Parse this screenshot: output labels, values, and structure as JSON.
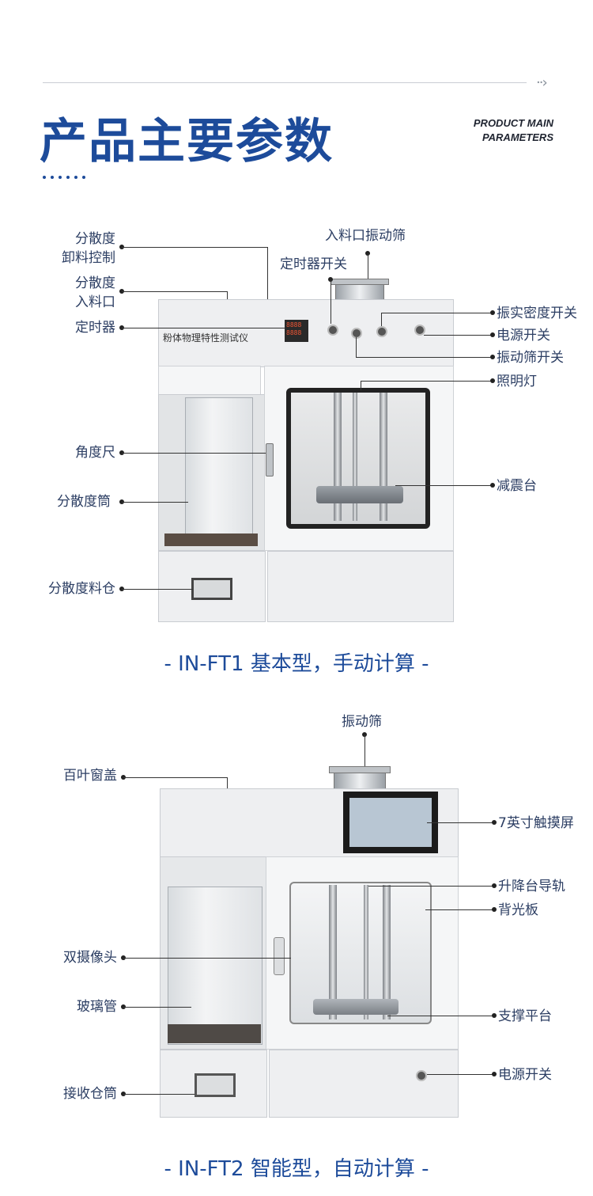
{
  "header": {
    "title_cn": "产品主要参数",
    "title_en_line1": "PRODUCT MAIN",
    "title_en_line2": "PARAMETERS"
  },
  "model1": {
    "panel_text": "粉体物理特性测试仪",
    "display_value": "8888",
    "labels_left": {
      "discharge_line1": "分散度",
      "discharge_line2": "卸料控制",
      "inlet_line1": "分散度",
      "inlet_line2": "入料口",
      "timer": "定时器",
      "angle_ruler": "角度尺",
      "dispersion_tube": "分散度筒",
      "dispersion_bin": "分散度料仓"
    },
    "labels_top": {
      "inlet_sieve": "入料口振动筛",
      "timer_switch": "定时器开关"
    },
    "labels_right": {
      "tap_density_switch": "振实密度开关",
      "power_switch": "电源开关",
      "sieve_switch": "振动筛开关",
      "lighting": "照明灯",
      "damping_table": "减震台"
    },
    "caption": "- IN-FT1 基本型，手动计算 -"
  },
  "model2": {
    "labels_top": {
      "vibrating_sieve": "振动筛"
    },
    "labels_left": {
      "louver_cover": "百叶窗盖",
      "dual_camera": "双摄像头",
      "glass_tube": "玻璃管",
      "receiving_bin": "接收仓筒"
    },
    "labels_right": {
      "touchscreen": "7英寸触摸屏",
      "lift_rail": "升降台导轨",
      "backlight": "背光板",
      "support_platform": "支撑平台",
      "power_switch": "电源开关"
    },
    "caption": "- IN-FT2 智能型，自动计算 -"
  },
  "colors": {
    "accent": "#1d4b9a",
    "label": "#2c3e63"
  }
}
